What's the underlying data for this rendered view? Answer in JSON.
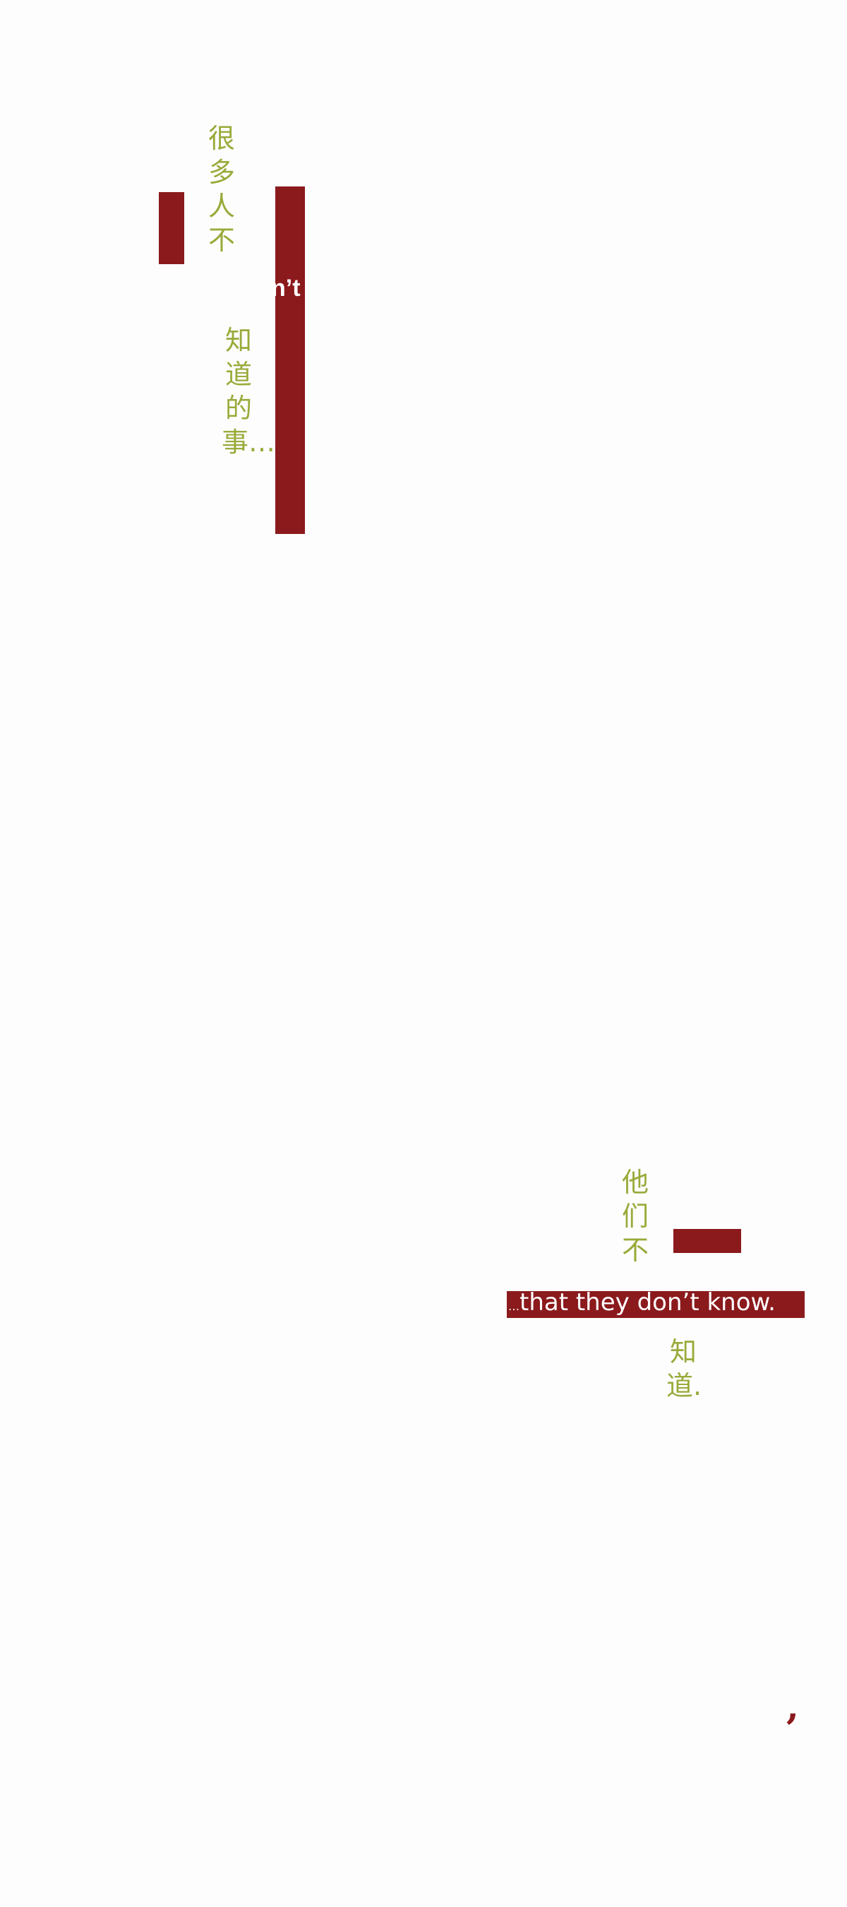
{
  "colors": {
    "accent_red": "#8b1a1d",
    "text_green": "#9aaa3a",
    "background": "#fdfdfd",
    "label_white": "#ffffff"
  },
  "top_block": {
    "chinese_col1": "很多人不",
    "chinese_col2": "知道的事…",
    "bar_label": "n’t"
  },
  "bottom_block": {
    "chinese_col1": "他们不",
    "banner_prefix": "…",
    "banner_text": "that they don’t know.",
    "chinese_col2": "知道."
  },
  "footer": {
    "comma": "’"
  }
}
